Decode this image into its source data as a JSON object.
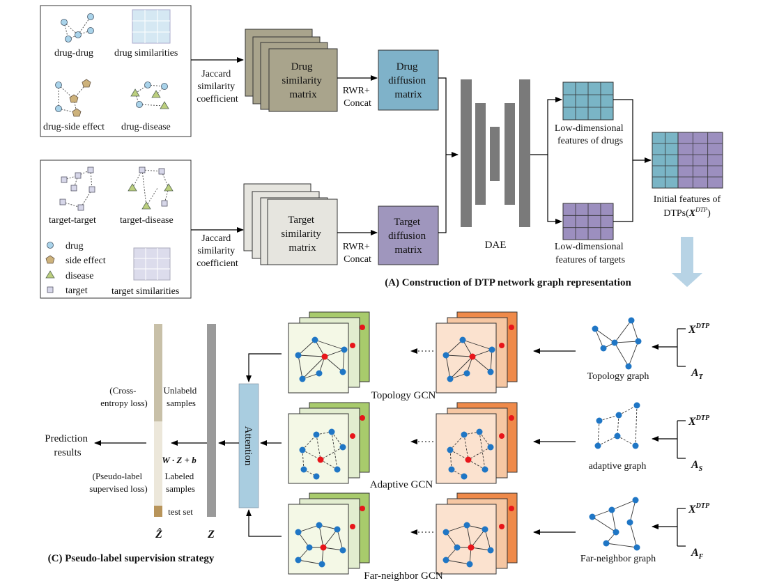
{
  "panel_a": {
    "caption": "(A) Construction of DTP network graph representation",
    "drug_box": {
      "drug_drug": "drug-drug",
      "drug_similarities": "drug similarities",
      "drug_side_effect": "drug-side effect",
      "drug_disease": "drug-disease"
    },
    "target_box": {
      "target_target": "target-target",
      "target_disease": "target-disease",
      "legend": [
        "drug",
        "side effect",
        "disease",
        "target"
      ],
      "target_similarities": "target similarities"
    },
    "jaccard": [
      "Jaccard",
      "similarity",
      "coefficient"
    ],
    "drug_sim": [
      "Drug",
      "similarity",
      "matrix"
    ],
    "target_sim": [
      "Target",
      "similarity",
      "matrix"
    ],
    "rwr": [
      "RWR+",
      "Concat"
    ],
    "drug_diff": [
      "Drug",
      "diffusion",
      "matrix"
    ],
    "target_diff": [
      "Target",
      "diffusion",
      "matrix"
    ],
    "dae": "DAE",
    "low_drugs": [
      "Low-dimensional",
      "features of drugs"
    ],
    "low_targets": [
      "Low-dimensional",
      "features of targets"
    ],
    "initial": [
      "Initial features of",
      "DTPs("
    ],
    "x_dtp": "X",
    "dtp_sup": "DTP"
  },
  "panel_b": {
    "topology_gcn": "Topology GCN",
    "adaptive_gcn": "Adaptive GCN",
    "far_gcn": "Far-neighbor GCN",
    "topology_graph": "Topology graph",
    "adaptive_graph": "adaptive graph",
    "far_graph": "Far-neighbor graph",
    "x": "X",
    "dtp": "DTP",
    "a": "A",
    "a_subs": [
      "T",
      "S",
      "F"
    ],
    "attention": "Attention"
  },
  "panel_c": {
    "caption": "(C) Pseudo-label supervision strategy",
    "prediction": [
      "Prediction",
      "results"
    ],
    "cross_entropy": [
      "(Cross-",
      "entropy loss)"
    ],
    "unlabeled": [
      "Unlabeld",
      "samples"
    ],
    "pseudo": [
      "(Pseudo-label",
      "supervised loss)"
    ],
    "labeled": [
      "Labeled",
      "samples"
    ],
    "test_set": "test set",
    "formula": "W · Z + b",
    "z_hat": "Ẑ",
    "z": "Z"
  },
  "colors": {
    "drug_sim": "#a9a48c",
    "target_sim": "#e6e5df",
    "drug_diff": "#7fb2c9",
    "target_diff": "#9f96bd",
    "drug_feat": "#7ab5c6",
    "target_feat": "#9c8fbf",
    "dae": "#7a7a7a",
    "attention": "#a9cde0",
    "big_arrow": "#b7d3e5",
    "gcn_green": "#a8cb6c",
    "gcn_orange": "#ef8a4a",
    "node_blue": "#1f76c5",
    "node_red": "#e8151a"
  }
}
